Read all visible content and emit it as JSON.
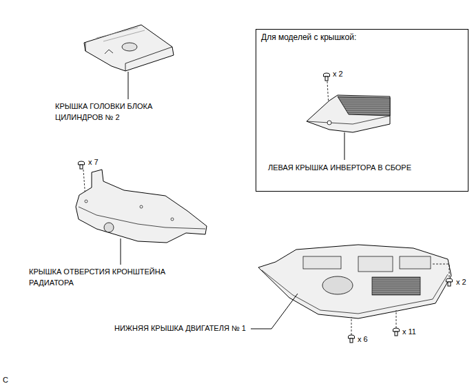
{
  "diagram": {
    "nodes": [
      {
        "text": [
          "Для моделей с крышкой:"
        ]
      }
    ],
    "labels": [
      "КРЫШКА ГОЛОВКИ БЛОКА ЦИЛИНДРОВ № 2",
      "x 2",
      "ЛЕВАЯ КРЫШКА ИНВЕРТОРА В СБОРЕ",
      "x 7",
      "КРЫШКА ОТВЕРСТИЯ КРОНШТЕЙНА РАДИАТОРА",
      "x 2",
      "НИЖНЯЯ КРЫШКА ДВИГАТЕЛЯ № 1",
      "x 6",
      "x 11",
      "C"
    ]
  }
}
